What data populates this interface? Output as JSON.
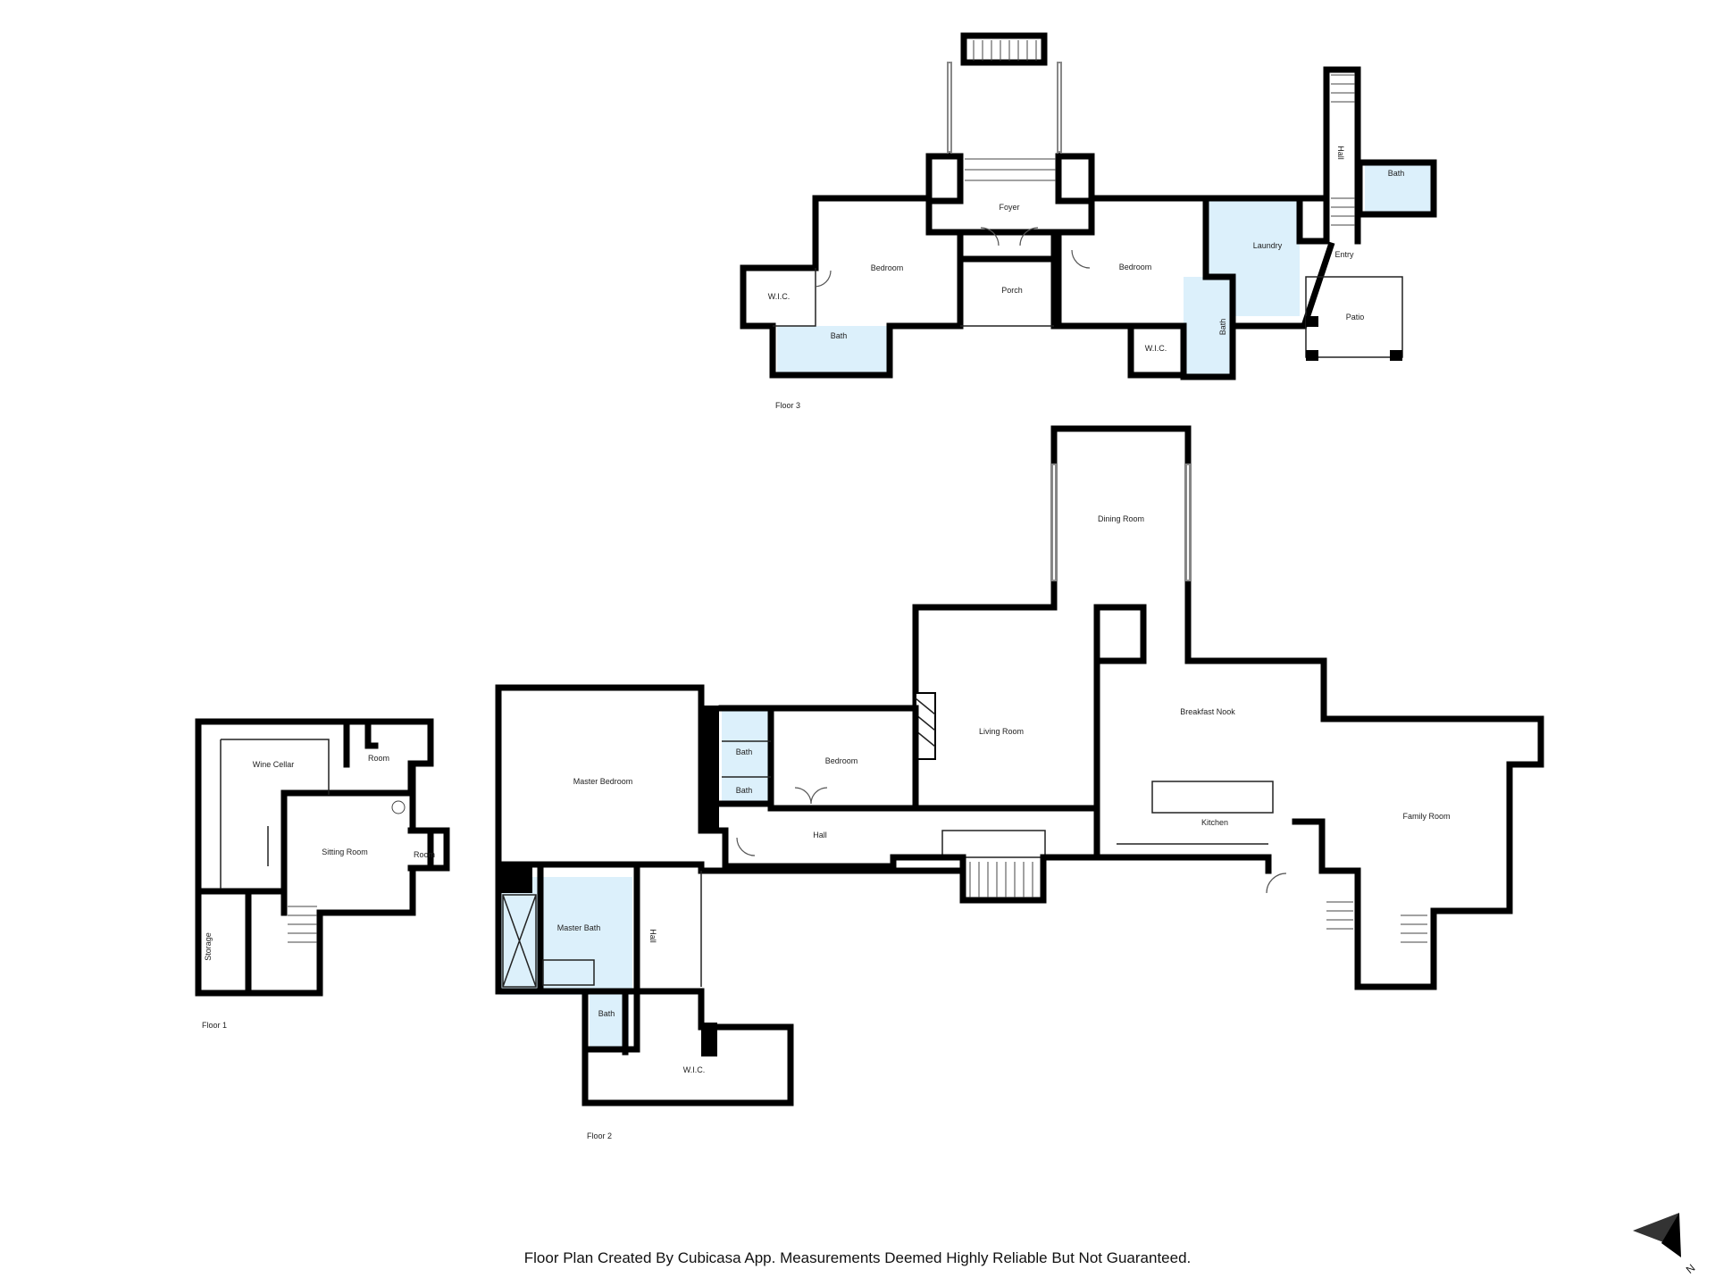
{
  "rooms": {
    "f3_foyer": "Foyer",
    "f3_bedroom_left": "Bedroom",
    "f3_bedroom_right": "Bedroom",
    "f3_porch": "Porch",
    "f3_wic_left": "W.I.C.",
    "f3_wic_right": "W.I.C.",
    "f3_bath_left": "Bath",
    "f3_bath_right": "Bath",
    "f3_bath_far": "Bath",
    "f3_laundry": "Laundry",
    "f3_entry": "Entry",
    "f3_hall": "Hall",
    "f3_patio": "Patio",
    "f2_dining": "Dining Room",
    "f2_living": "Living Room",
    "f2_breakfast": "Breakfast Nook",
    "f2_kitchen": "Kitchen",
    "f2_family": "Family Room",
    "f2_master_bed": "Master Bedroom",
    "f2_bedroom": "Bedroom",
    "f2_bath_a": "Bath",
    "f2_bath_b": "Bath",
    "f2_hall": "Hall",
    "f2_master_bath": "Master Bath",
    "f2_hall_v": "Hall",
    "f2_bath_c": "Bath",
    "f2_wic": "W.I.C.",
    "f1_wine": "Wine Cellar",
    "f1_room_top": "Room",
    "f1_sitting": "Sitting Room",
    "f1_room_small": "Room",
    "f1_storage": "Storage"
  },
  "floors": {
    "floor3": "Floor 3",
    "floor2": "Floor 2",
    "floor1": "Floor 1"
  },
  "compass": {
    "label": "N"
  },
  "footer": {
    "text": "Floor Plan Created By Cubicasa App. Measurements Deemed Highly Reliable But Not Guaranteed."
  }
}
